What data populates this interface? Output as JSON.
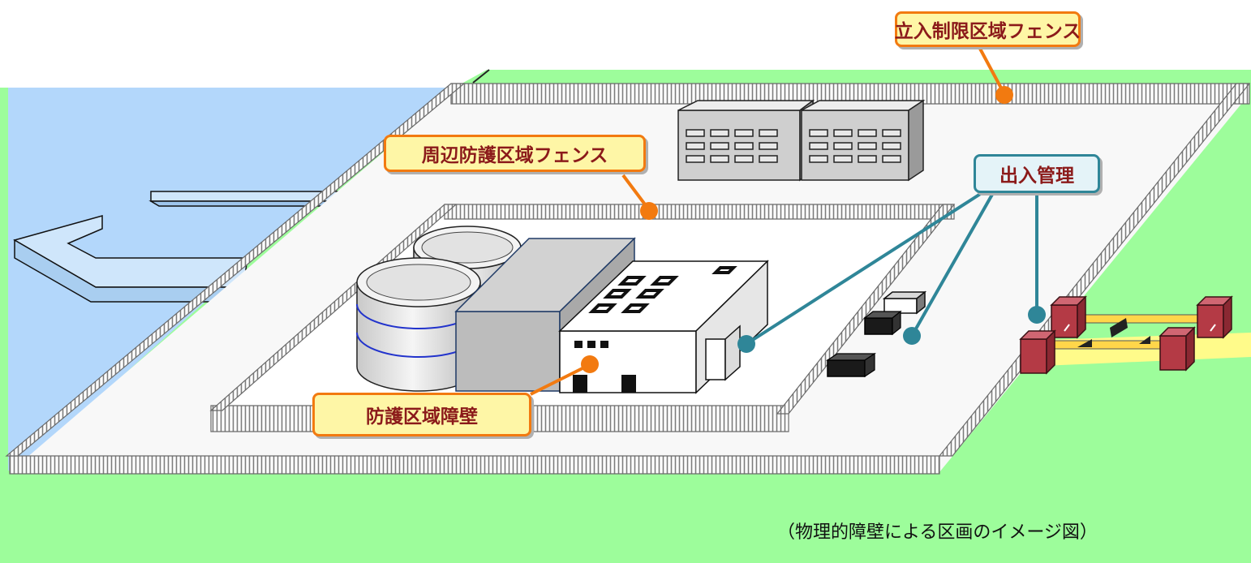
{
  "labels": {
    "restricted_area_fence": "立入制限区域フェンス",
    "perimeter_fence": "周辺防護区域フェンス",
    "access_control": "出入管理",
    "protected_area_barrier": "防護区域障壁"
  },
  "caption": "（物理的障壁による区画のイメージ図）",
  "colors": {
    "ground": "#9dfd9b",
    "sea": "#b3d7fb",
    "site": "#f8f8f8",
    "fence": "#8e8e8e",
    "callout_orange": "#f27a10",
    "callout_fill": "#fef6a6",
    "callout_text": "#8b1a1a",
    "callout_blue": "#2f8698",
    "gate_red": "#b43a45",
    "road_yellow": "#fffb8a"
  }
}
